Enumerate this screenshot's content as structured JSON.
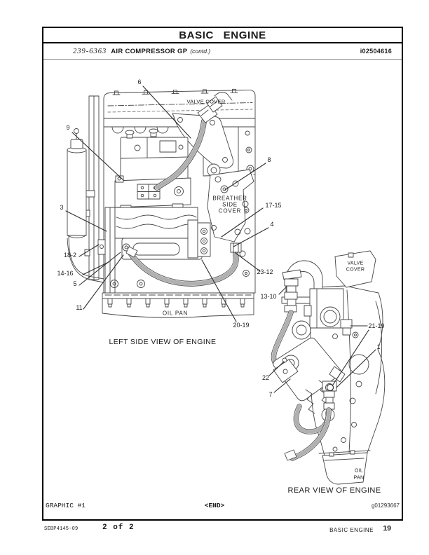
{
  "page": {
    "title": "BASIC ENGINE",
    "part_number": "239-6363",
    "part_name": "AIR COMPRESSOR GP",
    "contd": "(contd.)",
    "doc_code": "i02504616",
    "ink_color": "#1a1a1a",
    "line_color": "#454545"
  },
  "left_view": {
    "caption": "LEFT SIDE VIEW OF ENGINE",
    "labels": {
      "valve_cover": "VALVE COVER",
      "breather_lines": [
        "BREATHER",
        "SIDE",
        "COVER"
      ],
      "oil_pan": "OIL PAN"
    },
    "callouts": [
      "6",
      "9",
      "3",
      "18-2",
      "14-16",
      "5",
      "11",
      "8",
      "17-15",
      "4",
      "23-12",
      "20-19"
    ]
  },
  "rear_view": {
    "caption": "REAR VIEW OF ENGINE",
    "graphic_id": "g01293667",
    "labels": {
      "valve_cover_lines": [
        "VALVE",
        "COVER"
      ],
      "oil_pan_lines": [
        "OIL",
        "PAN"
      ]
    },
    "callouts": [
      "13-10",
      "21-19",
      "1",
      "22",
      "7"
    ]
  },
  "graphic_footer": {
    "graphic_label": "GRAPHIC #1",
    "end_marker": "<END>"
  },
  "page_footer": {
    "manual_code": "SEBP4145-09",
    "page_of": "2 of 2",
    "section": "BASIC ENGINE",
    "page_number": "19"
  }
}
